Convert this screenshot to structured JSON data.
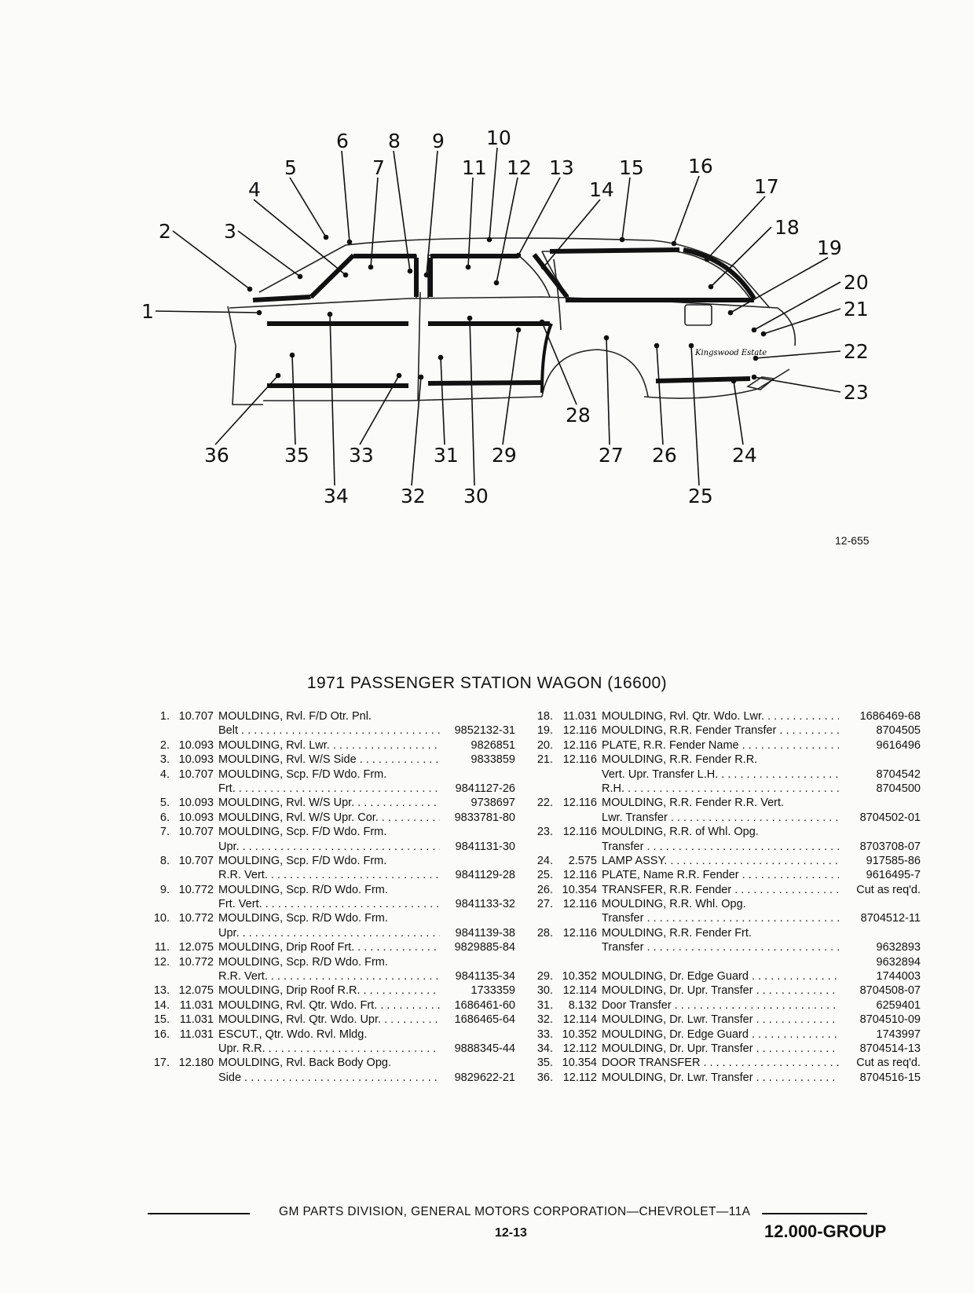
{
  "figure": {
    "callouts": [
      "1",
      "2",
      "3",
      "4",
      "5",
      "6",
      "7",
      "8",
      "9",
      "10",
      "11",
      "12",
      "13",
      "14",
      "15",
      "16",
      "17",
      "18",
      "19",
      "20",
      "21",
      "22",
      "23",
      "24",
      "25",
      "26",
      "27",
      "28",
      "29",
      "30",
      "31",
      "32",
      "33",
      "34",
      "35",
      "36"
    ],
    "figure_number": "12-655",
    "script_nameplate": "Kingswood Estate"
  },
  "title": "1971 PASSENGER STATION WAGON (16600)",
  "left_items": [
    {
      "no": "1.",
      "grp": "10.707",
      "desc": "MOULDING, Rvl. F/D Otr. Pnl.",
      "pn": ""
    },
    {
      "no": "",
      "grp": "",
      "desc": "Belt",
      "pn": "9852132-31",
      "cont": true
    },
    {
      "no": "2.",
      "grp": "10.093",
      "desc": "MOULDING, Rvl. Lwr.",
      "pn": "9826851"
    },
    {
      "no": "3.",
      "grp": "10.093",
      "desc": "MOULDING, Rvl. W/S Side",
      "pn": "9833859"
    },
    {
      "no": "4.",
      "grp": "10.707",
      "desc": "MOULDING, Scp. F/D Wdo. Frm.",
      "pn": ""
    },
    {
      "no": "",
      "grp": "",
      "desc": "Frt.",
      "pn": "9841127-26",
      "cont": true
    },
    {
      "no": "5.",
      "grp": "10.093",
      "desc": "MOULDING, Rvl. W/S Upr.",
      "pn": "9738697"
    },
    {
      "no": "6.",
      "grp": "10.093",
      "desc": "MOULDING, Rvl. W/S Upr. Cor.",
      "pn": "9833781-80"
    },
    {
      "no": "7.",
      "grp": "10.707",
      "desc": "MOULDING, Scp. F/D Wdo. Frm.",
      "pn": ""
    },
    {
      "no": "",
      "grp": "",
      "desc": "Upr.",
      "pn": "9841131-30",
      "cont": true
    },
    {
      "no": "8.",
      "grp": "10.707",
      "desc": "MOULDING, Scp. F/D Wdo. Frm.",
      "pn": ""
    },
    {
      "no": "",
      "grp": "",
      "desc": "R.R. Vert.",
      "pn": "9841129-28",
      "cont": true
    },
    {
      "no": "9.",
      "grp": "10.772",
      "desc": "MOULDING, Scp. R/D Wdo. Frm.",
      "pn": ""
    },
    {
      "no": "",
      "grp": "",
      "desc": "Frt. Vert.",
      "pn": "9841133-32",
      "cont": true
    },
    {
      "no": "10.",
      "grp": "10.772",
      "desc": "MOULDING, Scp. R/D Wdo. Frm.",
      "pn": ""
    },
    {
      "no": "",
      "grp": "",
      "desc": "Upr.",
      "pn": "9841139-38",
      "cont": true
    },
    {
      "no": "11.",
      "grp": "12.075",
      "desc": "MOULDING, Drip Roof Frt.",
      "pn": "9829885-84"
    },
    {
      "no": "12.",
      "grp": "10.772",
      "desc": "MOULDING, Scp. R/D Wdo. Frm.",
      "pn": ""
    },
    {
      "no": "",
      "grp": "",
      "desc": "R.R. Vert.",
      "pn": "9841135-34",
      "cont": true
    },
    {
      "no": "13.",
      "grp": "12.075",
      "desc": "MOULDING, Drip Roof R.R.",
      "pn": "1733359"
    },
    {
      "no": "14.",
      "grp": "11.031",
      "desc": "MOULDING, Rvl. Qtr. Wdo. Frt.",
      "pn": "1686461-60"
    },
    {
      "no": "15.",
      "grp": "11.031",
      "desc": "MOULDING, Rvl. Qtr. Wdo. Upr.",
      "pn": "1686465-64"
    },
    {
      "no": "16.",
      "grp": "11.031",
      "desc": "ESCUT., Qtr. Wdo. Rvl. Mldg.",
      "pn": ""
    },
    {
      "no": "",
      "grp": "",
      "desc": "Upr. R.R.",
      "pn": "9888345-44",
      "cont": true
    },
    {
      "no": "17.",
      "grp": "12.180",
      "desc": "MOULDING, Rvl. Back Body Opg.",
      "pn": ""
    },
    {
      "no": "",
      "grp": "",
      "desc": "Side",
      "pn": "9829622-21",
      "cont": true
    }
  ],
  "right_items": [
    {
      "no": "18.",
      "grp": "11.031",
      "desc": "MOULDING, Rvl. Qtr. Wdo. Lwr.",
      "pn": "1686469-68"
    },
    {
      "no": "19.",
      "grp": "12.116",
      "desc": "MOULDING, R.R. Fender Transfer",
      "pn": "8704505"
    },
    {
      "no": "20.",
      "grp": "12.116",
      "desc": "PLATE, R.R. Fender Name",
      "pn": "9616496"
    },
    {
      "no": "21.",
      "grp": "12.116",
      "desc": "MOULDING, R.R. Fender R.R.",
      "pn": ""
    },
    {
      "no": "",
      "grp": "",
      "desc": "Vert. Upr. Transfer L.H.",
      "pn": "8704542",
      "cont": true
    },
    {
      "no": "",
      "grp": "",
      "desc": "R.H.",
      "pn": "8704500",
      "cont": true
    },
    {
      "no": "22.",
      "grp": "12.116",
      "desc": "MOULDING, R.R. Fender R.R. Vert.",
      "pn": ""
    },
    {
      "no": "",
      "grp": "",
      "desc": "Lwr. Transfer",
      "pn": "8704502-01",
      "cont": true
    },
    {
      "no": "23.",
      "grp": "12.116",
      "desc": "MOULDING, R.R. of Whl. Opg.",
      "pn": ""
    },
    {
      "no": "",
      "grp": "",
      "desc": "Transfer",
      "pn": "8703708-07",
      "cont": true
    },
    {
      "no": "24.",
      "grp": "2.575",
      "desc": "LAMP ASSY.",
      "pn": "917585-86"
    },
    {
      "no": "25.",
      "grp": "12.116",
      "desc": "PLATE, Name R.R. Fender",
      "pn": "9616495-7"
    },
    {
      "no": "26.",
      "grp": "10.354",
      "desc": "TRANSFER, R.R. Fender",
      "pn": "Cut as req'd."
    },
    {
      "no": "27.",
      "grp": "12.116",
      "desc": "MOULDING, R.R. Whl. Opg.",
      "pn": ""
    },
    {
      "no": "",
      "grp": "",
      "desc": "Transfer",
      "pn": "8704512-11",
      "cont": true
    },
    {
      "no": "28.",
      "grp": "12.116",
      "desc": "MOULDING, R.R. Fender Frt.",
      "pn": ""
    },
    {
      "no": "",
      "grp": "",
      "desc": "Transfer",
      "pn": "9632893",
      "cont": true
    },
    {
      "no": "",
      "grp": "",
      "desc": "",
      "pn": "9632894",
      "cont": true
    },
    {
      "no": "29.",
      "grp": "10.352",
      "desc": "MOULDING, Dr. Edge Guard",
      "pn": "1744003"
    },
    {
      "no": "30.",
      "grp": "12.114",
      "desc": "MOULDING, Dr. Upr. Transfer",
      "pn": "8704508-07"
    },
    {
      "no": "31.",
      "grp": "8.132",
      "desc": "Door Transfer",
      "pn": "6259401"
    },
    {
      "no": "32.",
      "grp": "12.114",
      "desc": "MOULDING, Dr. Lwr. Transfer",
      "pn": "8704510-09"
    },
    {
      "no": "33.",
      "grp": "10.352",
      "desc": "MOULDING, Dr. Edge Guard",
      "pn": "1743997"
    },
    {
      "no": "34.",
      "grp": "12.112",
      "desc": "MOULDING, Dr. Upr. Transfer",
      "pn": "8704514-13"
    },
    {
      "no": "35.",
      "grp": "10.354",
      "desc": "DOOR TRANSFER",
      "pn": "Cut as req'd."
    },
    {
      "no": "36.",
      "grp": "12.112",
      "desc": "MOULDING, Dr. Lwr. Transfer",
      "pn": "8704516-15"
    }
  ],
  "footer": {
    "text": "GM PARTS DIVISION, GENERAL MOTORS CORPORATION—CHEVROLET—11A",
    "page": "12-13",
    "group": "12.000-GROUP"
  }
}
